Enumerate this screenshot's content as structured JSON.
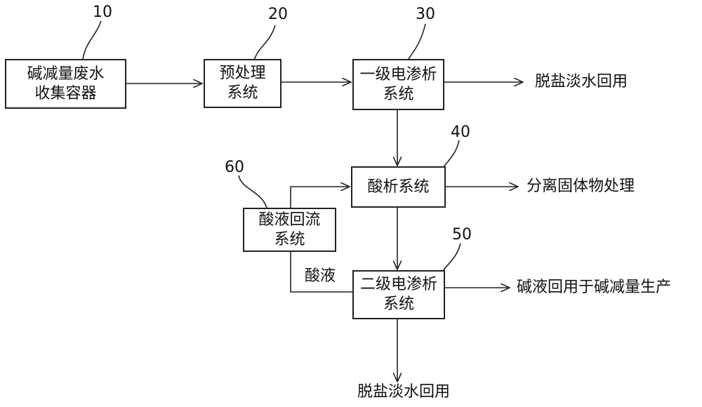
{
  "nodes": {
    "collector": {
      "number": "10",
      "lines": [
        "碱减量废水",
        "收集容器"
      ]
    },
    "pretreat": {
      "number": "20",
      "lines": [
        "预处理",
        "系统"
      ]
    },
    "ed1": {
      "number": "30",
      "lines": [
        "一级电渗析",
        "系统"
      ]
    },
    "acid": {
      "number": "40",
      "lines": [
        "酸析系统"
      ]
    },
    "ed2": {
      "number": "50",
      "lines": [
        "二级电渗析",
        "系统"
      ]
    },
    "reflux": {
      "number": "60",
      "lines": [
        "酸液回流",
        "系统"
      ]
    }
  },
  "outputs": {
    "ed1_out": "脱盐淡水回用",
    "acid_out": "分离固体物处理",
    "ed2_out": "碱液回用于碱减量生产",
    "ed2_down": "脱盐淡水回用"
  },
  "edge_labels": {
    "acid_liquid": "酸液"
  }
}
